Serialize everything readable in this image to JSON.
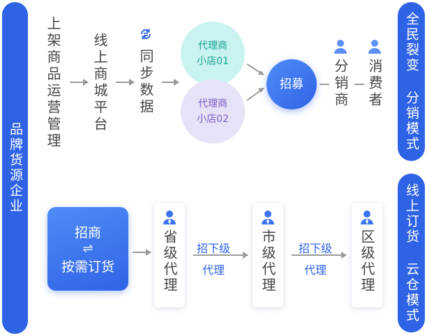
{
  "left_bar": {
    "label": "品牌货源企业"
  },
  "right_top": {
    "label": "全民裂变 分销模式"
  },
  "right_bottom": {
    "label": "线上订货 云仓模式"
  },
  "flow_top": {
    "step1": "上架商品运营管理",
    "step2": "线上商城平台",
    "step3": "同步数据",
    "store1": {
      "line1": "代理商",
      "line2": "小店01"
    },
    "store2": {
      "line1": "代理商",
      "line2": "小店02"
    },
    "recruit": "招募",
    "distributor": "分销商",
    "consumer": "消费者"
  },
  "flow_bottom": {
    "box": {
      "line1": "招商",
      "swap": "⇌",
      "line2": "按需订货"
    },
    "province": "省级代理",
    "city": "市级代理",
    "district": "区级代理",
    "link1": {
      "line1": "招下级",
      "line2": "代理"
    },
    "link2": {
      "line1": "招下级",
      "line2": "代理"
    }
  },
  "colors": {
    "brand_blue": "#2f63e6",
    "teal_circle": "#c9f3ef",
    "purple_circle": "#e6e2f7"
  }
}
